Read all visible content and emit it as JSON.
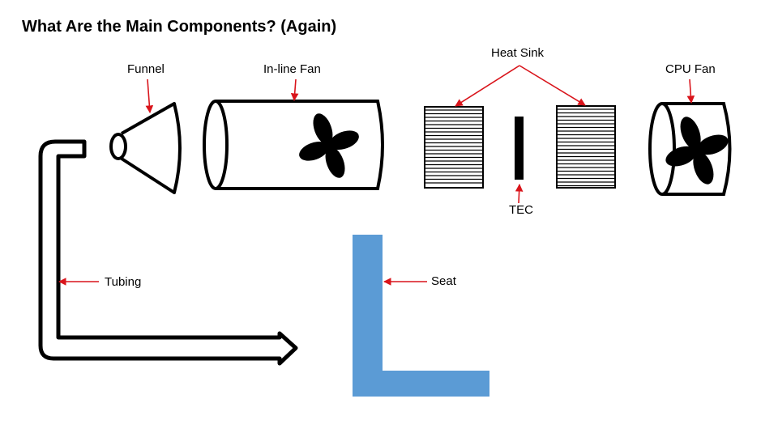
{
  "slide": {
    "title": "What Are the Main Components? (Again)"
  },
  "labels": {
    "funnel": "Funnel",
    "inline_fan": "In-line Fan",
    "heat_sink": "Heat Sink",
    "cpu_fan": "CPU Fan",
    "tec": "TEC",
    "tubing": "Tubing",
    "seat": "Seat"
  },
  "colors": {
    "arrow": "#d9141b",
    "seat": "#5b9bd5",
    "outline": "#000000"
  }
}
